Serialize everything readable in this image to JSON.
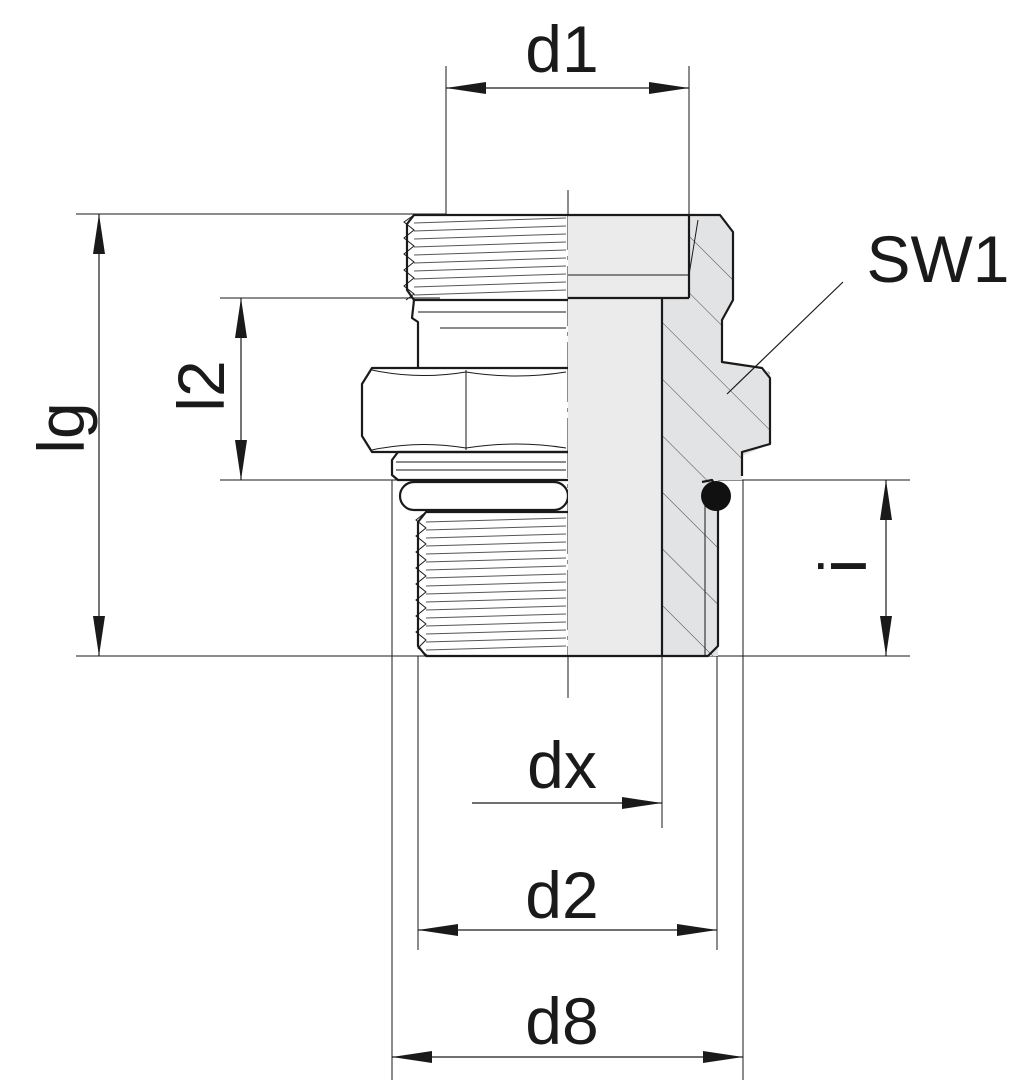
{
  "labels": {
    "d1": "d1",
    "sw1": "SW1",
    "lg": "lg",
    "l2": "l2",
    "i": "i",
    "dx": "dx",
    "d2": "d2",
    "d8": "d8"
  },
  "colors": {
    "line": "#1a1a1a",
    "section_fill": "#e2e3e4",
    "bore_fill": "#ebebec",
    "background": "#ffffff",
    "oring": "#111111"
  }
}
